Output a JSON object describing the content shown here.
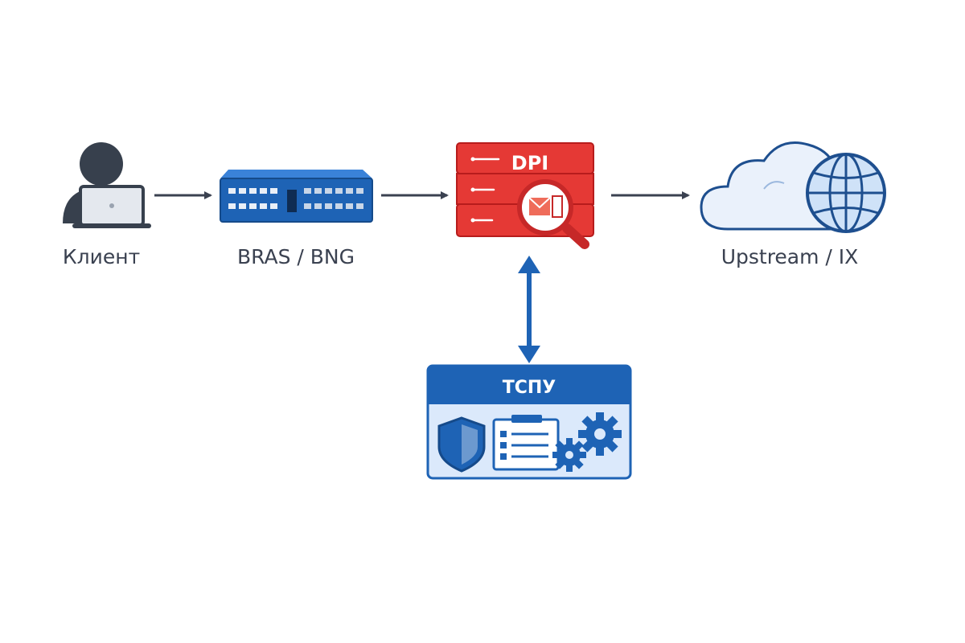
{
  "nodes": {
    "client": {
      "label": "Клиент"
    },
    "bras": {
      "label": "BRAS / BNG"
    },
    "dpi": {
      "label": "DPI"
    },
    "upstream": {
      "label": "Upstream / IX"
    },
    "tspu": {
      "label": "ТСПУ"
    }
  },
  "colors": {
    "dark": "#37404d",
    "blue": "#1e63b5",
    "blue_light": "#dbe9fb",
    "red": "#e53935",
    "red_dark": "#c62828",
    "cloud_fill": "#eaf1fb",
    "arrow": "#3a4150"
  },
  "icons": {
    "client": "user-laptop-icon",
    "bras": "network-switch-icon",
    "dpi": "dpi-server-magnifier-icon",
    "upstream": "cloud-globe-icon",
    "tspu": "shield-checklist-gears-icon"
  }
}
